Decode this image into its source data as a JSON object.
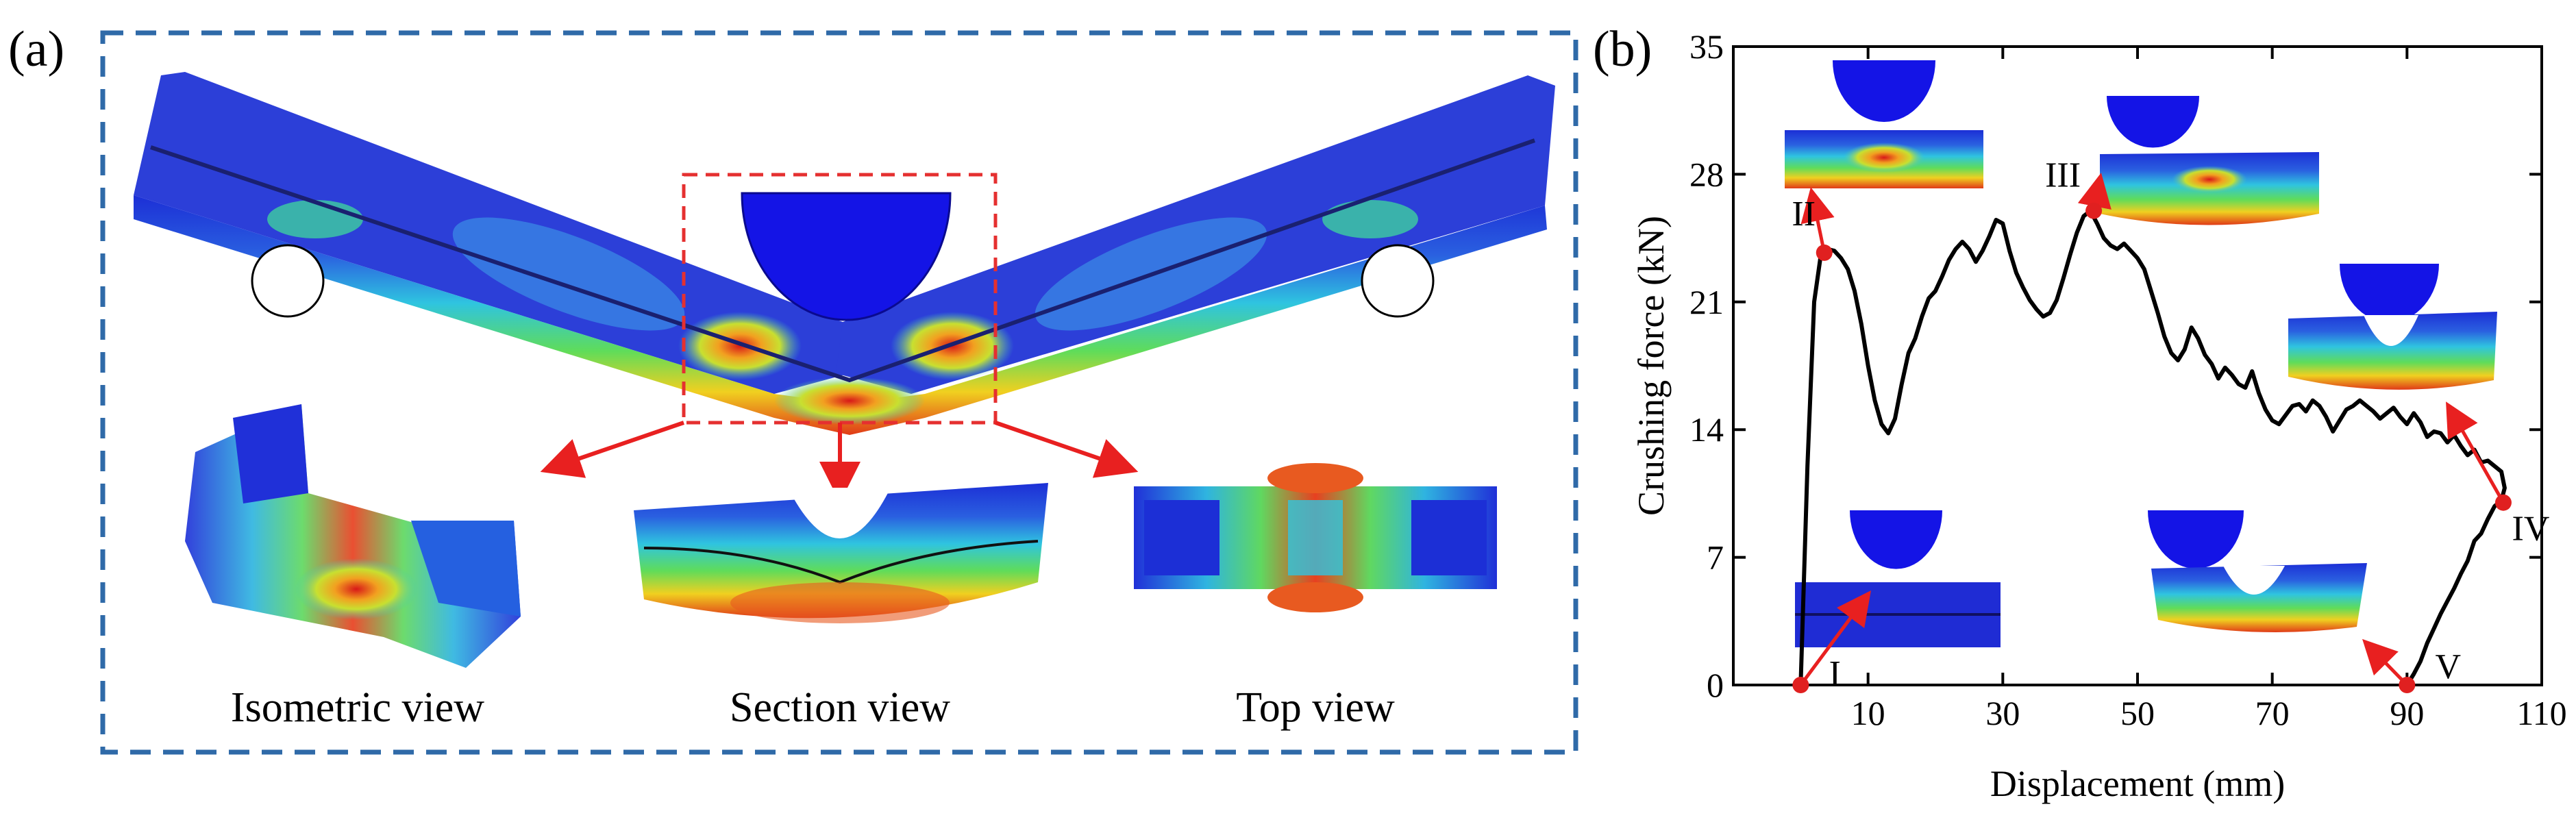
{
  "panels": {
    "a_label": "(a)",
    "b_label": "(b)",
    "view_labels": [
      "Isometric view",
      "Section view",
      "Top view"
    ]
  },
  "colors": {
    "frame": "#2f6aa8",
    "highlight_box": "#e53030",
    "arrow": "#e82020",
    "punch": "#1414e6",
    "tube_low": "#2a3fd8",
    "tube_high": "#e53a1a",
    "curve": "#000000",
    "marker": "#e02020"
  },
  "chart_data": {
    "type": "line",
    "xlabel": "Displacement (mm)",
    "ylabel": "Crushing force (kN)",
    "xlim": [
      -10,
      110
    ],
    "ylim": [
      0,
      35
    ],
    "xticks": [
      10,
      30,
      50,
      70,
      90,
      110
    ],
    "yticks": [
      0,
      7,
      14,
      21,
      28,
      35
    ],
    "grid": false,
    "series": [
      {
        "x": [
          0,
          1,
          2,
          3,
          4,
          5,
          6,
          7,
          8,
          9,
          10,
          11,
          12,
          13,
          14,
          15,
          16,
          17,
          18,
          19,
          20,
          21,
          22,
          23,
          24,
          25,
          26,
          27,
          28,
          29,
          30,
          31,
          32,
          33,
          34,
          35,
          36,
          37,
          38,
          39,
          40,
          41,
          42,
          43,
          44,
          45,
          46,
          47,
          48,
          49,
          50,
          51,
          52,
          53,
          54,
          55,
          56,
          57,
          58,
          59,
          60,
          61,
          62,
          63,
          64,
          65,
          66,
          67,
          68,
          69,
          70,
          71,
          72,
          73,
          74,
          75,
          76,
          77,
          78,
          79,
          80,
          81,
          82,
          83,
          84,
          85,
          86,
          87,
          88,
          89,
          90,
          91,
          92,
          93,
          94,
          95,
          96,
          97,
          98,
          99,
          100,
          101,
          102,
          103,
          104,
          104.5,
          104,
          103,
          102,
          101,
          100,
          99,
          98,
          97,
          96,
          95,
          94,
          93,
          92,
          91,
          90
        ],
        "y": [
          0,
          12,
          21,
          23.6,
          23.9,
          23.8,
          23.4,
          22.8,
          21.6,
          19.8,
          17.5,
          15.6,
          14.3,
          13.8,
          14.6,
          16.5,
          18.2,
          19.0,
          20.2,
          21.2,
          21.6,
          22.4,
          23.3,
          23.9,
          24.3,
          23.9,
          23.2,
          23.8,
          24.6,
          25.5,
          25.3,
          23.8,
          22.6,
          21.8,
          21.1,
          20.6,
          20.2,
          20.4,
          21.1,
          22.3,
          23.6,
          24.8,
          25.7,
          26.0,
          25.3,
          24.5,
          24.1,
          23.9,
          24.2,
          23.8,
          23.4,
          22.8,
          21.6,
          20.4,
          19.1,
          18.2,
          17.8,
          18.4,
          19.6,
          19.0,
          18.1,
          17.6,
          16.8,
          17.4,
          17.0,
          16.5,
          16.3,
          17.2,
          16.0,
          15.1,
          14.5,
          14.3,
          14.8,
          15.3,
          15.4,
          15.0,
          15.6,
          15.3,
          14.7,
          13.9,
          14.5,
          15.1,
          15.3,
          15.6,
          15.3,
          15.0,
          14.6,
          14.9,
          15.2,
          14.7,
          14.3,
          14.9,
          14.4,
          13.6,
          13.9,
          13.8,
          13.3,
          13.7,
          13.1,
          12.6,
          12.9,
          12.2,
          12.3,
          12.0,
          11.7,
          10.8,
          10.1,
          9.8,
          9.1,
          8.3,
          7.9,
          6.8,
          6.1,
          5.3,
          4.6,
          3.9,
          3.1,
          2.3,
          1.3,
          0.6,
          0
        ]
      }
    ],
    "annotations": [
      {
        "label": "I",
        "x": 0,
        "y": 0
      },
      {
        "label": "II",
        "x": 3.5,
        "y": 23.7
      },
      {
        "label": "III",
        "x": 43.5,
        "y": 26.0
      },
      {
        "label": "IV",
        "x": 104.3,
        "y": 10.0
      },
      {
        "label": "V",
        "x": 90,
        "y": 0
      }
    ]
  }
}
